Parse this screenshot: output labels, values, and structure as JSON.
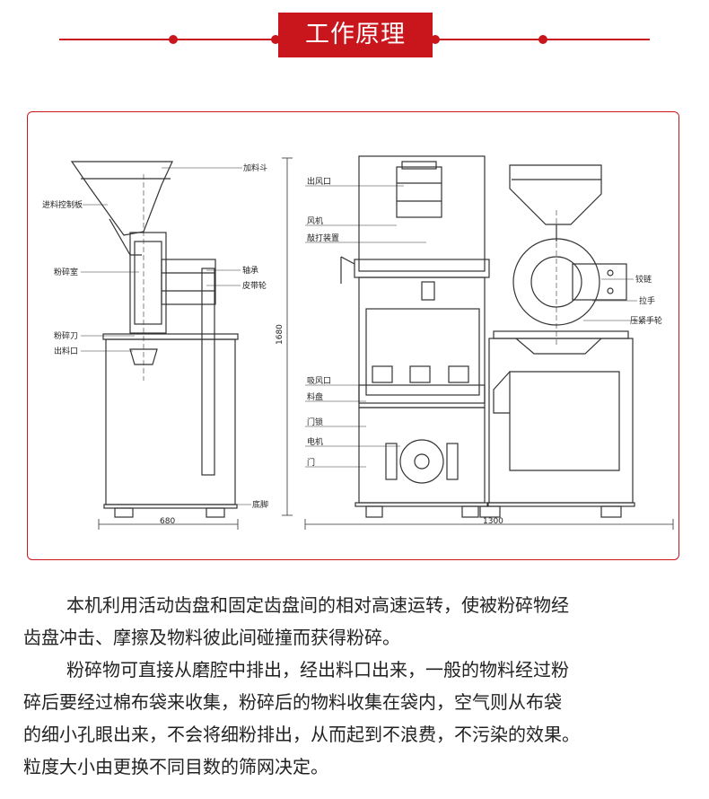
{
  "header": {
    "title": "工作原理"
  },
  "labels": {
    "hopper": "加料斗",
    "feed_plate": "进料控制板",
    "crush_chamber": "粉碎室",
    "bearing": "轴承",
    "pulley": "皮带轮",
    "blade": "粉碎刀",
    "discharge": "出料口",
    "foot": "底脚",
    "width_left": "680",
    "height": "1680",
    "air_outlet": "出风口",
    "fan": "风机",
    "beater": "敲打装置",
    "suction": "吸风口",
    "hopper2": "料盘",
    "door_lock": "门锁",
    "motor": "电机",
    "door": "门",
    "width_right": "1300",
    "hinge": "铰链",
    "handle": "拉手",
    "press_wheel": "压紧手轮"
  },
  "text": {
    "para1_line1": "本机利用活动齿盘和固定齿盘间的相对高速运转，使被粉碎物经",
    "para1_line2": "齿盘冲击、摩擦及物料彼此间碰撞而获得粉碎。",
    "para2_line1": "粉碎物可直接从磨腔中排出，经出料口出来，一般的物料经过粉",
    "para2_line2": "碎后要经过棉布袋来收集，粉碎后的物料收集在袋内，空气则从布袋",
    "para2_line3": "的细小孔眼出来，不会将细粉排出，从而起到不浪费，不污染的效果。",
    "para2_line4": "粒度大小由更换不同目数的筛网决定。"
  },
  "colors": {
    "accent": "#c9161d",
    "drawing": "#333333"
  }
}
